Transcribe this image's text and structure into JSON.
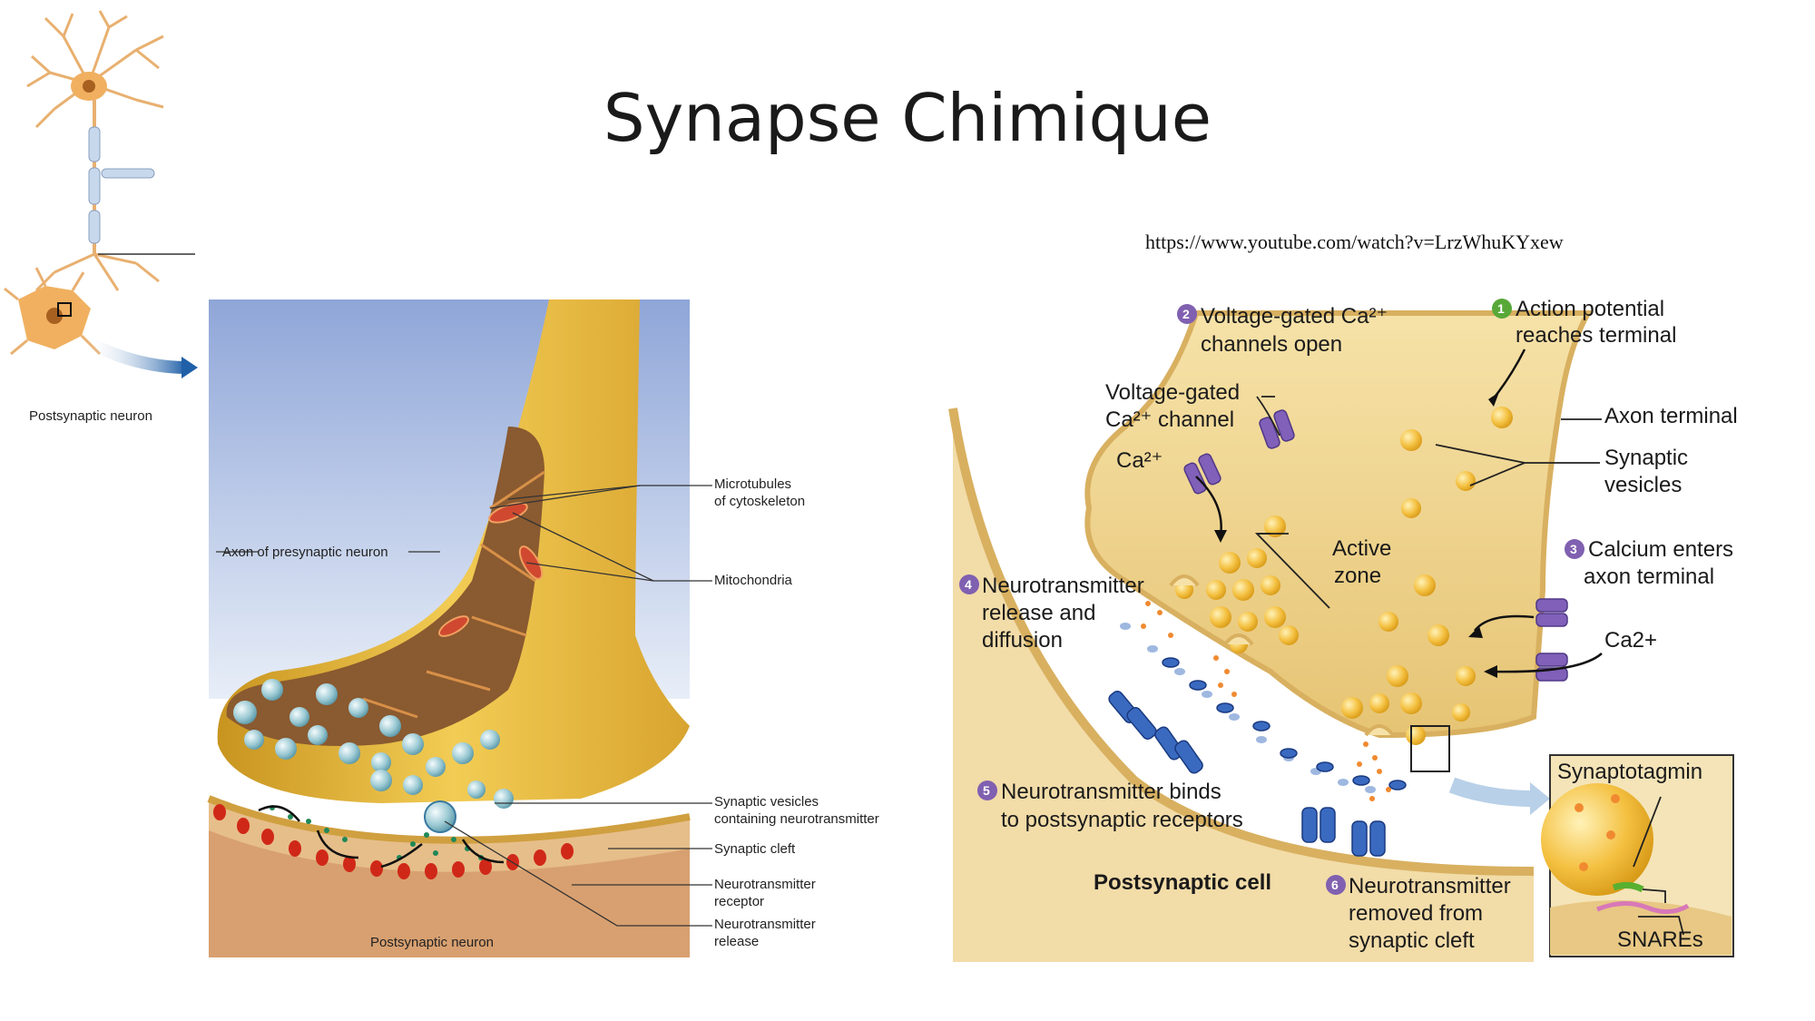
{
  "slide": {
    "title": "Synapse Chimique",
    "url": "https://www.youtube.com/watch?v=LrzWhuKYxew"
  },
  "colors": {
    "axon_gold": "#e8b838",
    "terminal_cream": "#f0d890",
    "vesicle_blue": "#a8d0d8",
    "receptor_red": "#d02818",
    "receptor_blue": "#2858a8",
    "channel_purple": "#7858b0",
    "step_number": "#8060b0",
    "step_one": "#58a838"
  },
  "left_diagram": {
    "inset_label": "Postsynaptic neuron",
    "labels": {
      "axon": "Axon of presynaptic neuron",
      "microtubules_1": "Microtubules",
      "microtubules_2": "of cytoskeleton",
      "mitochondria": "Mitochondria",
      "vesicles_1": "Synaptic vesicles",
      "vesicles_2": "containing neurotransmitter",
      "cleft": "Synaptic cleft",
      "receptor_1": "Neurotransmitter",
      "receptor_2": "receptor",
      "release_1": "Neurotransmitter",
      "release_2": "release",
      "postsynaptic": "Postsynaptic neuron"
    }
  },
  "right_diagram": {
    "steps": [
      {
        "num": "1",
        "line1": "Action potential",
        "line2": "reaches terminal"
      },
      {
        "num": "2",
        "line1": "Voltage-gated Ca²⁺",
        "line2": "channels open"
      },
      {
        "num": "3",
        "line1": "Calcium enters",
        "line2": "axon terminal"
      },
      {
        "num": "4",
        "line1": "Neurotransmitter",
        "line2": "release and",
        "line3": "diffusion"
      },
      {
        "num": "5",
        "line1": "Neurotransmitter binds",
        "line2": "to postsynaptic receptors"
      },
      {
        "num": "6",
        "line1": "Neurotransmitter",
        "line2": "removed from",
        "line3": "synaptic cleft"
      }
    ],
    "labels": {
      "channel_1": "Voltage-gated",
      "channel_2": "Ca²⁺ channel",
      "ca_left": "Ca²⁺",
      "ca_right": "Ca2+",
      "axon_terminal": "Axon terminal",
      "vesicles_1": "Synaptic",
      "vesicles_2": "vesicles",
      "active_1": "Active",
      "active_2": "zone",
      "postsynaptic_cell": "Postsynaptic cell",
      "synaptotagmin": "Synaptotagmin",
      "snares": "SNAREs"
    }
  }
}
